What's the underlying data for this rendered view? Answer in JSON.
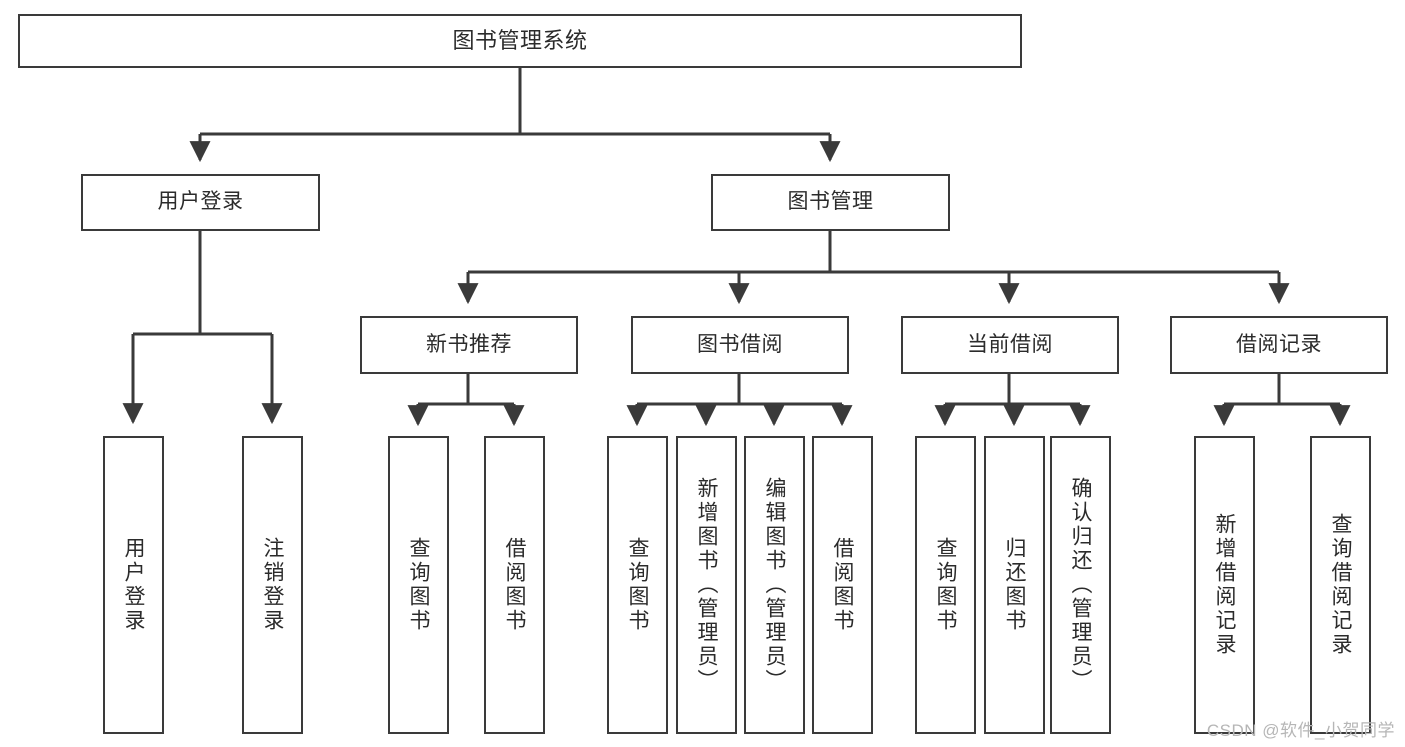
{
  "diagram": {
    "title": "图书管理系统",
    "root": {
      "label": "图书管理系统"
    },
    "level1": [
      {
        "label": "用户登录"
      },
      {
        "label": "图书管理"
      }
    ],
    "level2": [
      {
        "label": "新书推荐"
      },
      {
        "label": "图书借阅"
      },
      {
        "label": "当前借阅"
      },
      {
        "label": "借阅记录"
      }
    ],
    "leaves": {
      "user_login": [
        {
          "label": "用户登录"
        },
        {
          "label": "注销登录"
        }
      ],
      "new_book_recommend": [
        {
          "label": "查询图书"
        },
        {
          "label": "借阅图书"
        }
      ],
      "book_borrow": [
        {
          "label": "查询图书"
        },
        {
          "label": "新增图书（管理员）"
        },
        {
          "label": "编辑图书（管理员）"
        },
        {
          "label": "借阅图书"
        }
      ],
      "current_borrow": [
        {
          "label": "查询图书"
        },
        {
          "label": "归还图书"
        },
        {
          "label": "确认归还（管理员）"
        }
      ],
      "borrow_record": [
        {
          "label": "新增借阅记录"
        },
        {
          "label": "查询借阅记录"
        }
      ]
    }
  },
  "watermark": {
    "text": "CSDN @软件_小贺同学"
  },
  "colors": {
    "stroke": "#3a3a3a",
    "text": "#2b2b2b",
    "background": "#ffffff",
    "watermark": "#b6b6b6"
  }
}
